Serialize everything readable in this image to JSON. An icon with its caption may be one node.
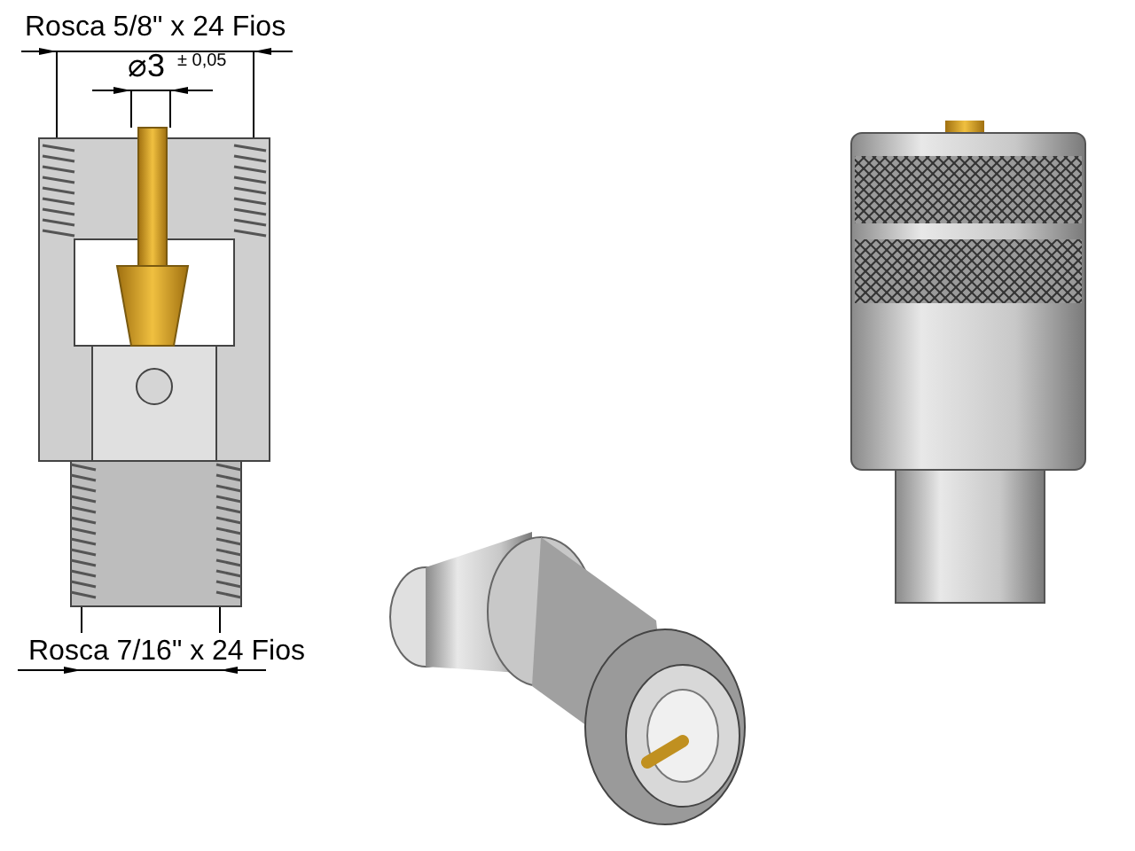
{
  "diagram": {
    "labels": [
      "Rosca 5/8\" x 24 Fios",
      "⌀3",
      "± 0,05",
      "Rosca 7/16\" x 24 Fios"
    ]
  }
}
